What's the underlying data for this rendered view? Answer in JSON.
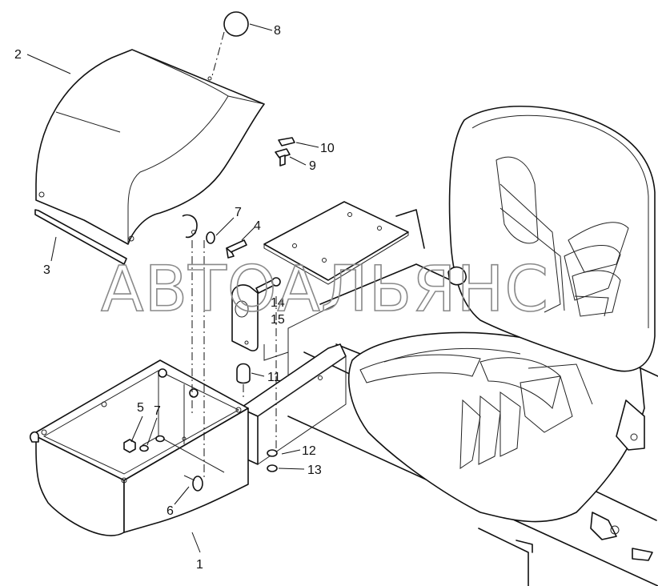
{
  "watermark": "АВТОАЛЬЯНС",
  "callouts": [
    {
      "id": "c1",
      "label": "1"
    },
    {
      "id": "c2",
      "label": "2"
    },
    {
      "id": "c3",
      "label": "3"
    },
    {
      "id": "c4",
      "label": "4"
    },
    {
      "id": "c5",
      "label": "5"
    },
    {
      "id": "c6",
      "label": "6"
    },
    {
      "id": "c7a",
      "label": "7"
    },
    {
      "id": "c7b",
      "label": "7"
    },
    {
      "id": "c8",
      "label": "8"
    },
    {
      "id": "c9",
      "label": "9"
    },
    {
      "id": "c10",
      "label": "10"
    },
    {
      "id": "c11",
      "label": "11"
    },
    {
      "id": "c12",
      "label": "12"
    },
    {
      "id": "c13",
      "label": "13"
    },
    {
      "id": "c14",
      "label": "14"
    },
    {
      "id": "c15",
      "label": "15"
    }
  ]
}
